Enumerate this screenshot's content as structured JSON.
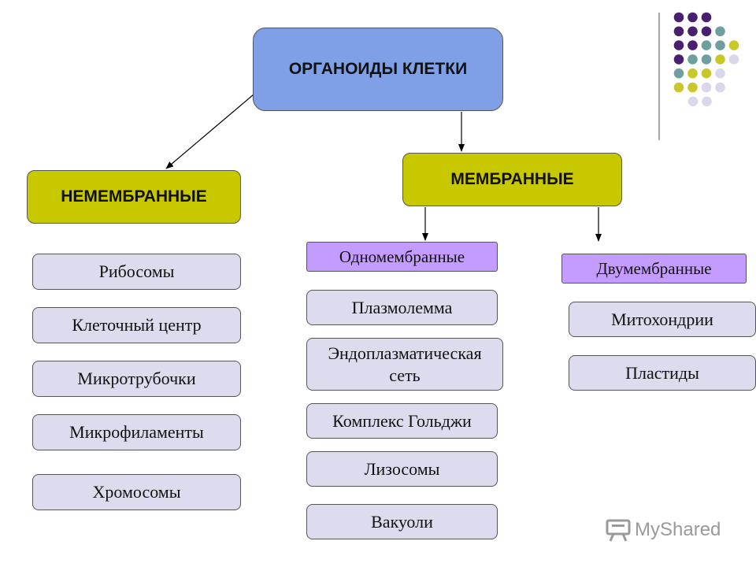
{
  "root": "ОРГАНОИДЫ КЛЕТКИ",
  "nonmembrane": {
    "title": "НЕМЕМБРАННЫЕ",
    "items": [
      "Рибосомы",
      "Клеточный центр",
      "Микротрубочки",
      "Микрофиламенты",
      "Хромосомы"
    ]
  },
  "membrane": {
    "title": "МЕМБРАННЫЕ",
    "single": {
      "title": "Одномембранные",
      "items": [
        "Плазмолемма",
        "Эндоплазматическая сеть",
        "Комплекс Гольджи",
        "Лизосомы",
        "Вакуоли"
      ]
    },
    "double": {
      "title": "Двумембранные",
      "items": [
        "Митохондрии",
        "Пластиды"
      ]
    }
  },
  "watermark": "MyShared",
  "colors": {
    "root": "#7fa0e6",
    "category": "#c8c800",
    "subcategory": "#c49cff",
    "item": "#dcdcee",
    "dot_purple": "#4b1f6f",
    "dot_teal": "#6f9e9e",
    "dot_olive": "#c8c82a",
    "dot_lavender": "#d8d8ea"
  }
}
